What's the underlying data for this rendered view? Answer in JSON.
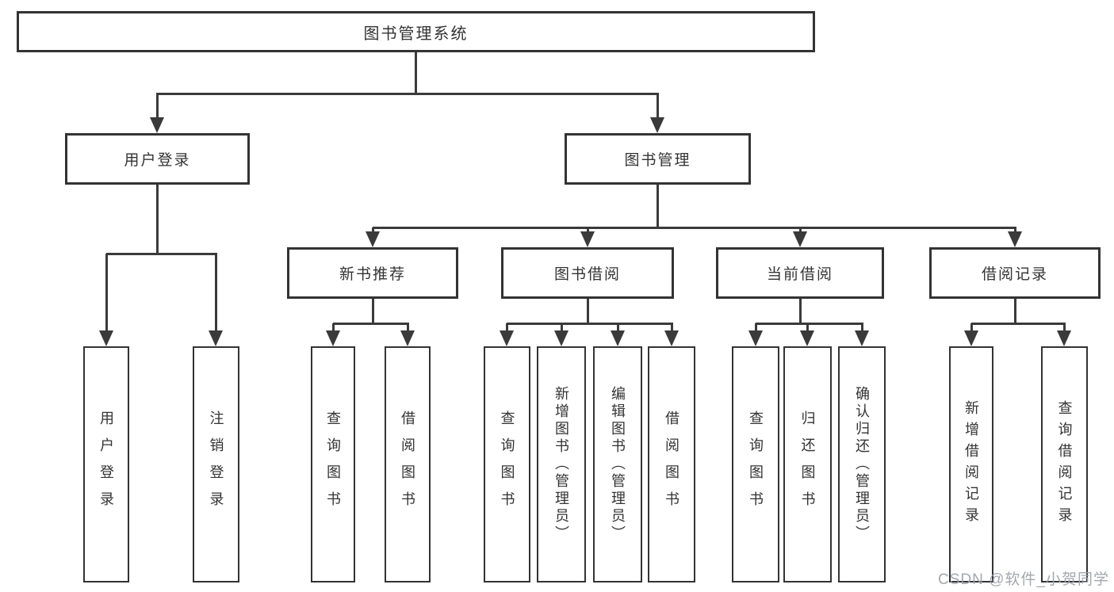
{
  "tree": {
    "label": "图书管理系统",
    "children": [
      {
        "label": "用户登录",
        "children": [
          {
            "label": "用户登录"
          },
          {
            "label": "注销登录"
          }
        ]
      },
      {
        "label": "图书管理",
        "children": [
          {
            "label": "新书推荐",
            "children": [
              {
                "label": "查询图书"
              },
              {
                "label": "借阅图书"
              }
            ]
          },
          {
            "label": "图书借阅",
            "children": [
              {
                "label": "查询图书"
              },
              {
                "label": "新增图书（管理员）"
              },
              {
                "label": "编辑图书（管理员）"
              },
              {
                "label": "借阅图书"
              }
            ]
          },
          {
            "label": "当前借阅",
            "children": [
              {
                "label": "查询图书"
              },
              {
                "label": "归还图书"
              },
              {
                "label": "确认归还（管理员）"
              }
            ]
          },
          {
            "label": "借阅记录",
            "children": [
              {
                "label": "新增借阅记录"
              },
              {
                "label": "查询借阅记录"
              }
            ]
          }
        ]
      }
    ]
  },
  "watermark": {
    "text": "CSDN @软件_小贺同学"
  },
  "colors": {
    "background": "#ffffff",
    "box_border": "#333333",
    "line": "#3a3a3a",
    "text": "#333333",
    "watermark": "#9ea3aa"
  }
}
